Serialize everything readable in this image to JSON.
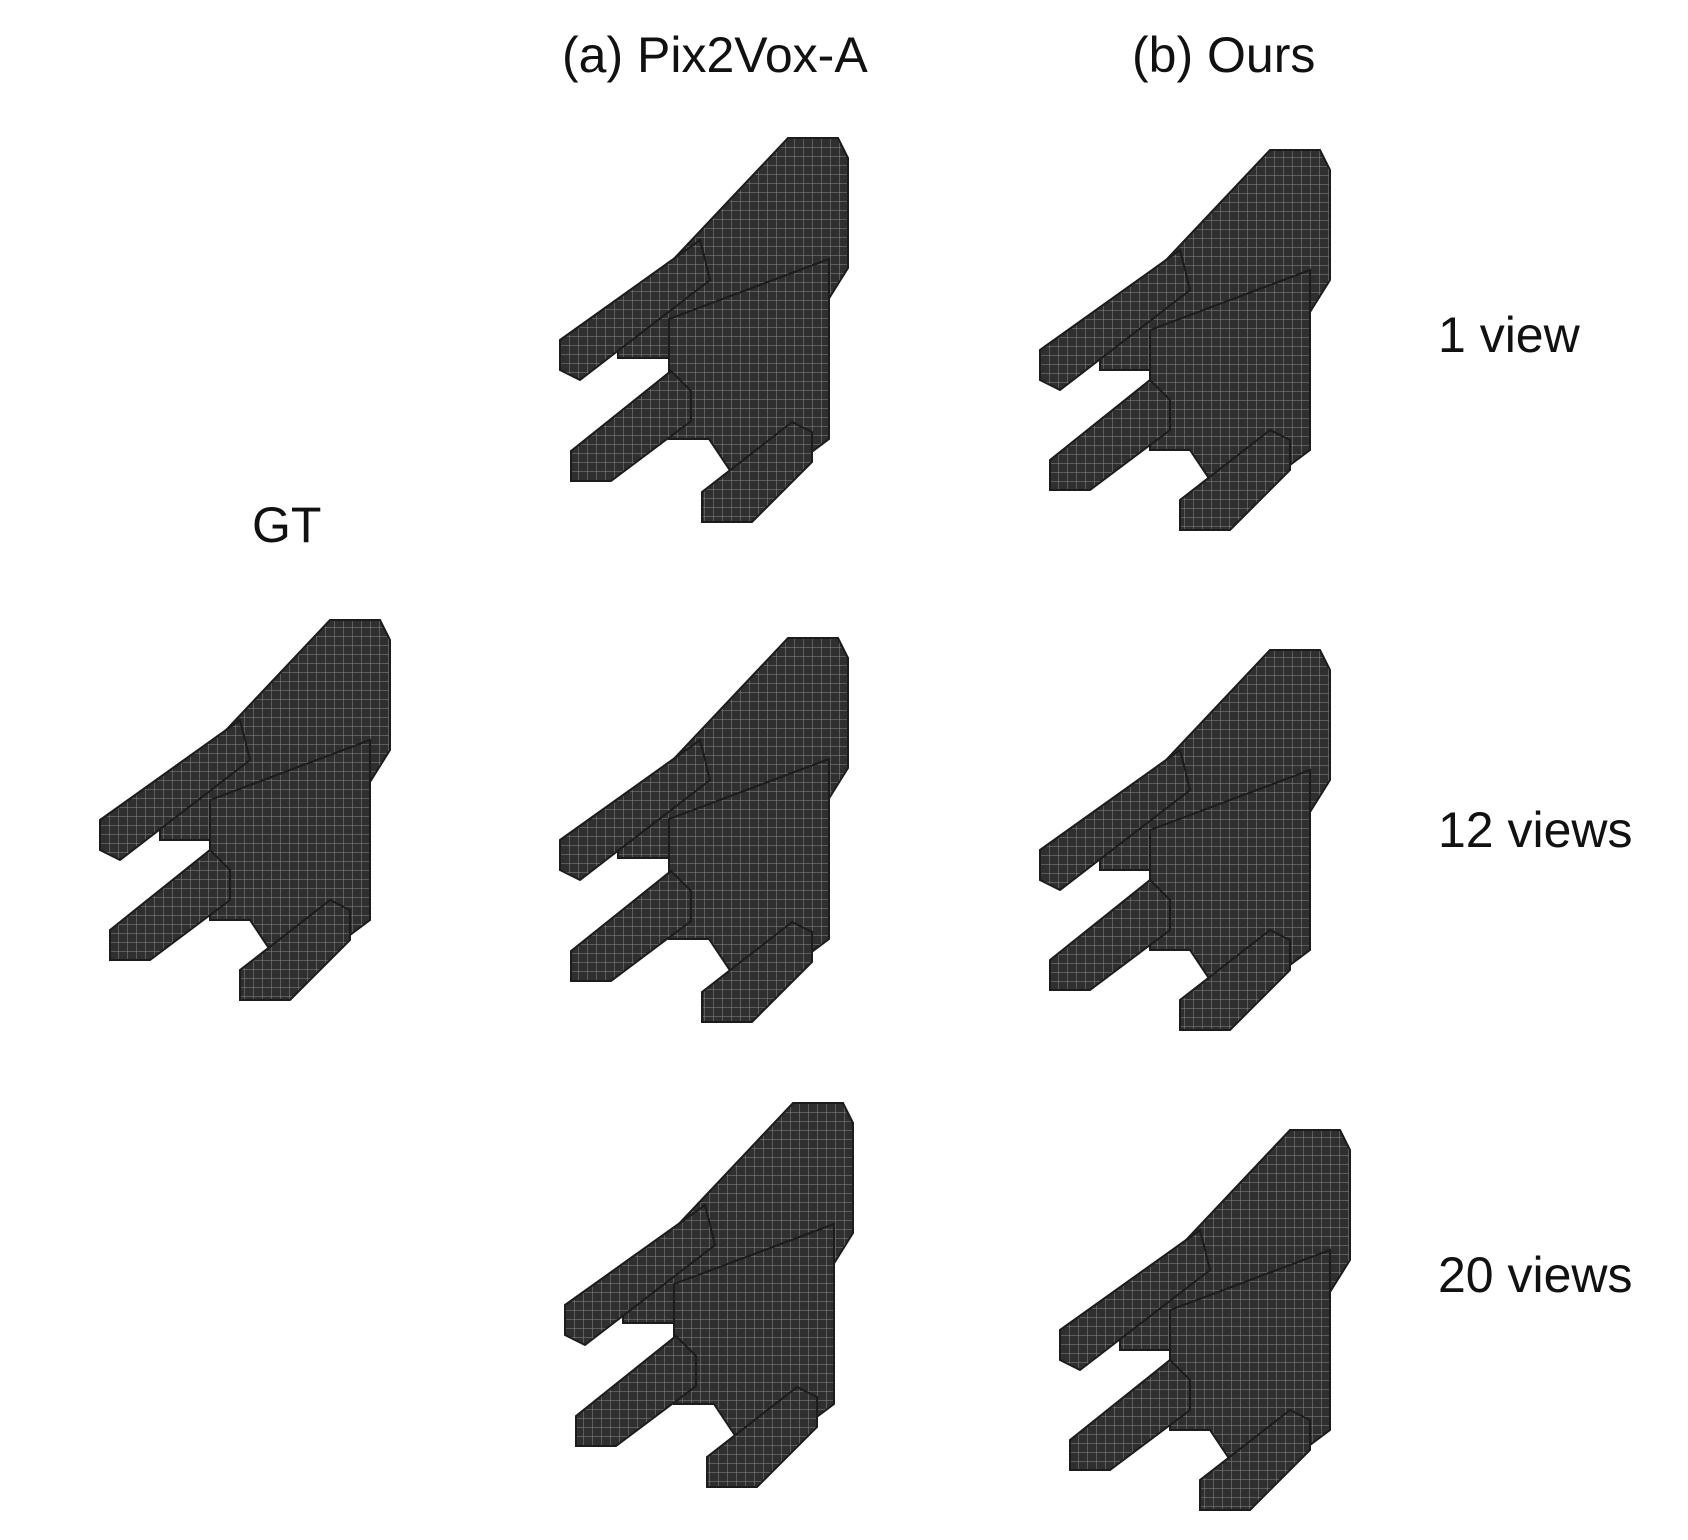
{
  "figure": {
    "columns": [
      {
        "id": "a",
        "label": "(a) Pix2Vox-A"
      },
      {
        "id": "b",
        "label": "(b) Ours"
      }
    ],
    "ground_truth_label": "GT",
    "rows": [
      {
        "label": "1 view"
      },
      {
        "label": "12 views"
      },
      {
        "label": "20 views"
      }
    ],
    "voxel_style": {
      "fill": "#2f2f2f",
      "grid_line": "#8a8a8a",
      "background": "#ffffff"
    }
  }
}
